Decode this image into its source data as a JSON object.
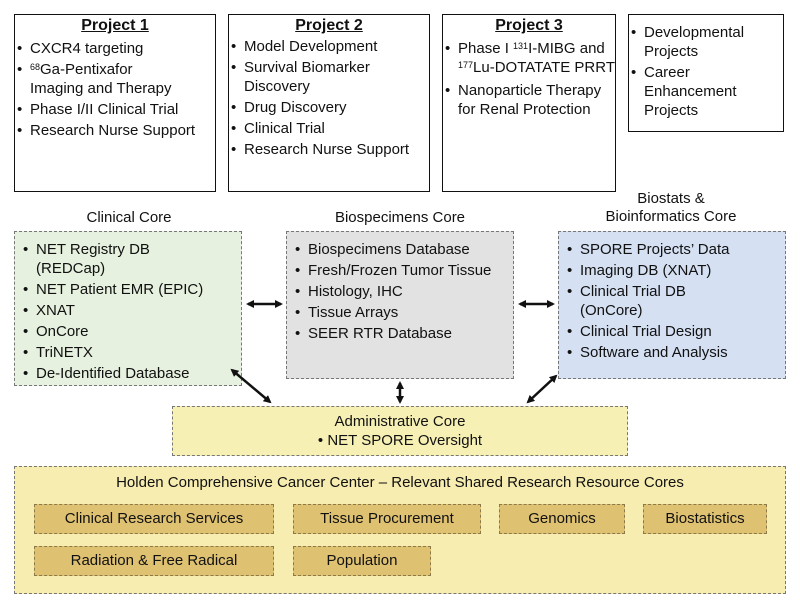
{
  "projects": [
    {
      "title": "Project 1",
      "items": [
        "CXCR4 targeting",
        "Imaging and Therapy",
        "Phase I/II Clinical Trial",
        "Research Nurse Support"
      ],
      "sup_item": {
        "sup": "68",
        "text": "Ga-Pentixafor"
      }
    },
    {
      "title": "Project 2",
      "items": [
        "Model Development",
        "Survival Biomarker Discovery",
        "Drug Discovery",
        "Clinical Trial",
        "Research Nurse Support"
      ]
    },
    {
      "title": "Project 3",
      "items": [
        "Nanoparticle Therapy for Renal Protection"
      ],
      "complex_item": {
        "pre": "Phase I ",
        "sup1": "131",
        "mid": "I-MIBG and ",
        "sup2": "177",
        "post": "Lu-DOTATATE PRRT"
      }
    },
    {
      "title": "",
      "items": [
        "Developmental Projects",
        "Career Enhancement Projects"
      ]
    }
  ],
  "cores": {
    "clinical": {
      "label": "Clinical Core",
      "items": [
        "NET Registry DB (REDCap)",
        "NET Patient EMR (EPIC)",
        "XNAT",
        "OnCore",
        "TriNETX",
        "De-Identified Database"
      ]
    },
    "biospecimens": {
      "label": "Biospecimens Core",
      "items": [
        "Biospecimens Database",
        "Fresh/Frozen Tumor Tissue",
        "Histology, IHC",
        "Tissue Arrays",
        "SEER RTR Database"
      ]
    },
    "biostats": {
      "label": "Biostats & Bioinformatics Core",
      "items": [
        "SPORE Projects’ Data",
        "Imaging DB (XNAT)",
        "Clinical Trial DB (OnCore)",
        "Clinical Trial Design",
        "Software and Analysis"
      ]
    }
  },
  "admin": {
    "title": "Administrative Core",
    "item": "NET SPORE Oversight"
  },
  "holden": {
    "title": "Holden Comprehensive Cancer Center – Relevant Shared Research Resource Cores",
    "chips": [
      "Clinical Research Services",
      "Tissue Procurement",
      "Genomics",
      "Biostatistics",
      "Radiation & Free Radical",
      "Population"
    ]
  },
  "colors": {
    "clinical": "#e6f1df",
    "biospecimens": "#e2e2e2",
    "biostats": "#d5e0f3",
    "admin": "#f7f0b5",
    "holden": "#f7edb0",
    "chip": "#dfc172"
  }
}
